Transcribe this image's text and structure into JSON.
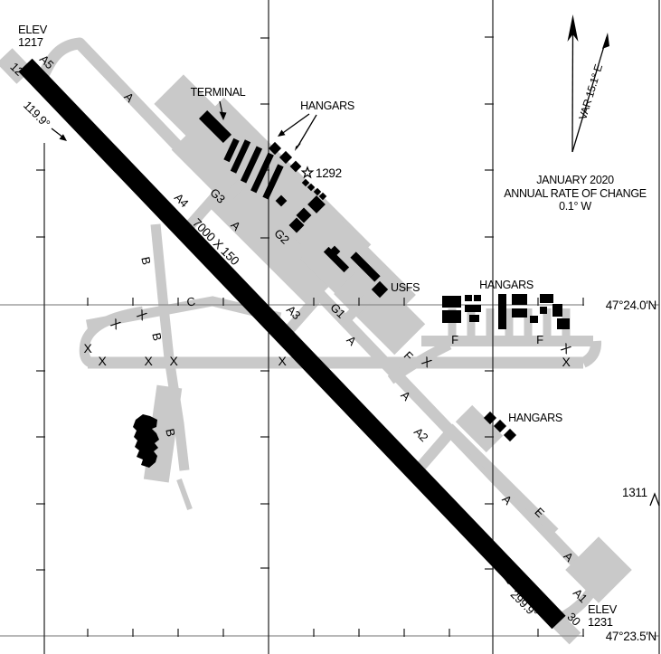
{
  "diagram": {
    "rwy12": {
      "elev_label": "ELEV",
      "elev": "1217",
      "id": "12",
      "heading": "119.9°"
    },
    "rwy30": {
      "elev_label": "ELEV",
      "elev": "1231",
      "id": "30",
      "heading": "299.9°"
    },
    "runway_dims": "7000 X 150",
    "terminal": "TERMINAL",
    "hangars": "HANGARS",
    "usfs": "USFS",
    "obstr1292": "1292",
    "obstr1311": "1311",
    "closed_x": "X",
    "lat_24": "47°24.0′N",
    "lat_235": "47°23.5′N",
    "taxiways": {
      "a": "A",
      "a1": "A1",
      "a2": "A2",
      "a3": "A3",
      "a4": "A4",
      "a5": "A5",
      "b": "B",
      "c": "C",
      "e": "E",
      "f": "F",
      "g1": "G1",
      "g2": "G2",
      "g3": "G3"
    },
    "compass": {
      "var": "VAR 15.1° E",
      "date": "JANUARY 2020",
      "rate": "ANNUAL RATE OF CHANGE",
      "value": "0.1° W"
    },
    "colors": {
      "pavement": "#c9c9c9",
      "ink": "#000000",
      "graticule": "#8d8d8d"
    }
  }
}
